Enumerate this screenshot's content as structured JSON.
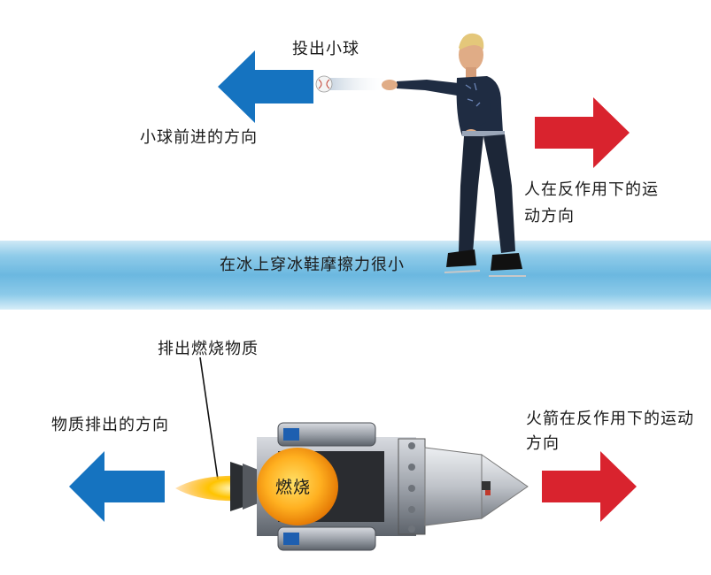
{
  "colors": {
    "arrow_blue": "#1573c0",
    "arrow_red": "#d9232e",
    "ice": "#6bb8e0",
    "flame": "#ffb400"
  },
  "icons": [
    "skater-figure",
    "ball",
    "rocket-engine",
    "flame"
  ],
  "top_panel": {
    "throw_label": "投出小球",
    "ball_direction_label": "小球前进的方向",
    "person_reaction_label": "人在反作用下的运动方向",
    "ice_label": "在冰上穿冰鞋摩擦力很小"
  },
  "bottom_panel": {
    "exhaust_label": "排出燃烧物质",
    "exhaust_direction_label": "物质排出的方向",
    "combustion_label": "燃烧",
    "rocket_reaction_label": "火箭在反作用下的运动方向"
  }
}
